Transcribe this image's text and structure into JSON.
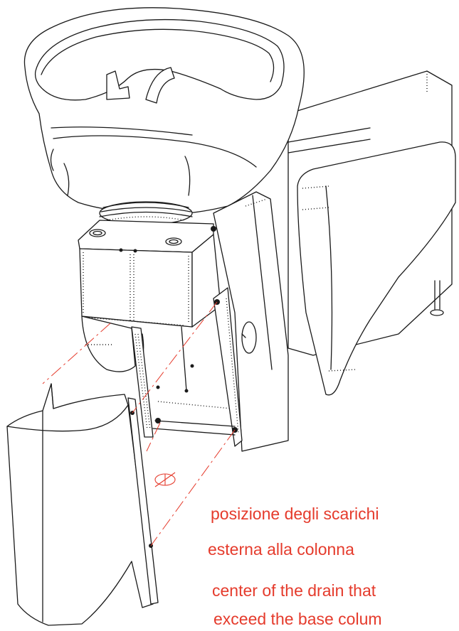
{
  "annotations": {
    "it_line1": "posizione degli scarichi",
    "it_line2": "esterna alla colonna",
    "en_line1": "center of the drain that",
    "en_line2": "exceed the base colum"
  },
  "colors": {
    "line": "#1a1a1a",
    "annotation": "#e53b2c",
    "background": "#ffffff"
  }
}
